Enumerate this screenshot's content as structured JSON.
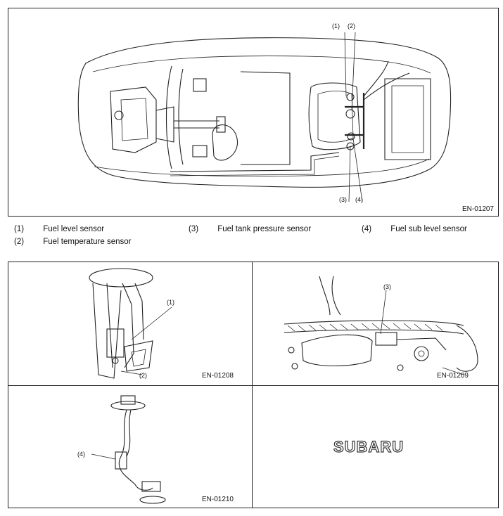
{
  "top_panel": {
    "code": "EN-01207",
    "callouts": [
      "(1)",
      "(2)",
      "(3)",
      "(4)"
    ]
  },
  "legend": [
    {
      "num": "(1)",
      "label": "Fuel level sensor"
    },
    {
      "num": "(3)",
      "label": "Fuel tank pressure sensor"
    },
    {
      "num": "(4)",
      "label": "Fuel sub level sensor"
    },
    {
      "num": "(2)",
      "label": "Fuel temperature sensor"
    }
  ],
  "grid": {
    "cell_tl": {
      "code": "EN-01208",
      "callouts": [
        "(1)",
        "(2)"
      ]
    },
    "cell_tr": {
      "code": "EN-01209",
      "callouts": [
        "(3)"
      ]
    },
    "cell_bl": {
      "code": "EN-01210",
      "callouts": [
        "(4)"
      ]
    },
    "cell_br": {
      "logo": "SUBARU"
    }
  }
}
